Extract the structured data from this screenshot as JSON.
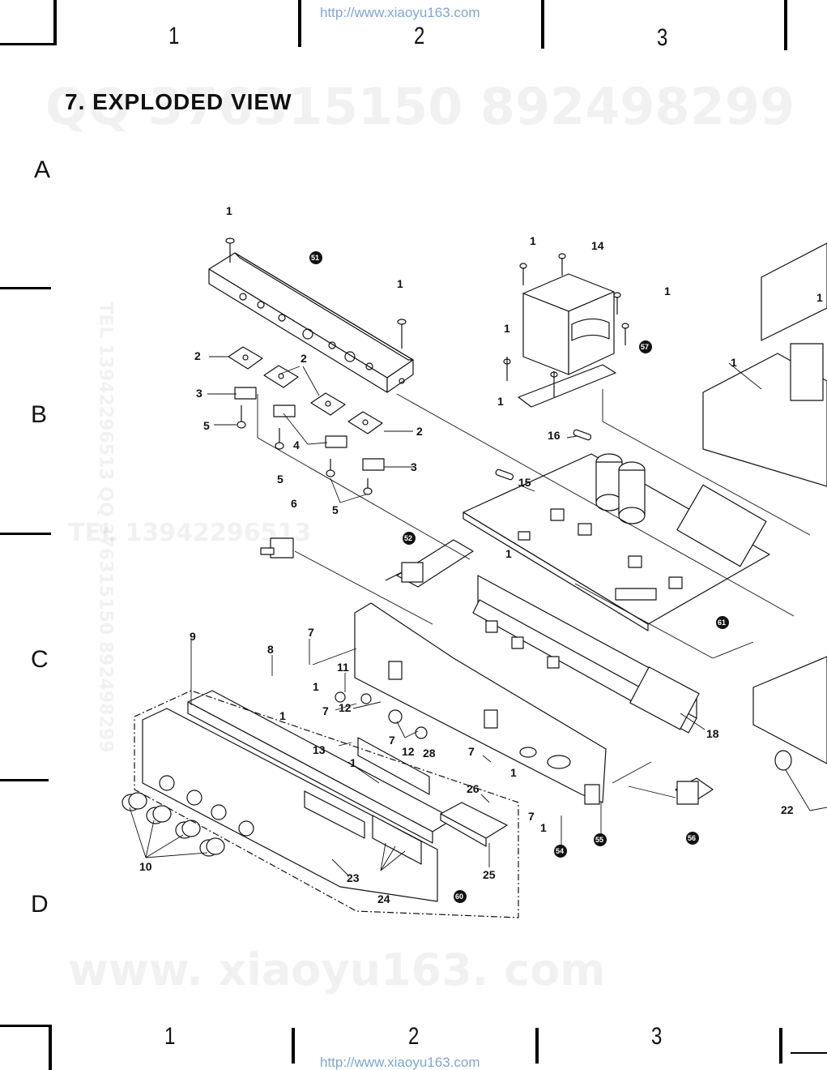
{
  "header": {
    "url": "http://www.xiaoyu163.com",
    "columns": [
      "1",
      "2",
      "3"
    ]
  },
  "footer": {
    "url": "http://www.xiaoyu163.com",
    "columns": [
      "1",
      "2",
      "3"
    ]
  },
  "rows": [
    "A",
    "B",
    "C",
    "D"
  ],
  "title": "7. EXPLODED VIEW",
  "watermarks": {
    "qq": "QQ 376315150   892498299",
    "tel": "TEL 13942296513",
    "side": "TEL 13942296513 QQ 376315150 892498299",
    "site": "www. xiaoyu163. com"
  },
  "part_labels": [
    "1",
    "1",
    "1",
    "1",
    "1",
    "1",
    "1",
    "1",
    "1",
    "1",
    "1",
    "1",
    "1",
    "1",
    "2",
    "2",
    "2",
    "3",
    "3",
    "4",
    "5",
    "5",
    "5",
    "6",
    "7",
    "7",
    "7",
    "7",
    "7",
    "8",
    "9",
    "10",
    "11",
    "12",
    "12",
    "13",
    "14",
    "15",
    "16",
    "18",
    "22",
    "23",
    "24",
    "25",
    "26",
    "28"
  ],
  "ref_markers": [
    "51",
    "52",
    "54",
    "55",
    "56",
    "57",
    "60",
    "61"
  ]
}
